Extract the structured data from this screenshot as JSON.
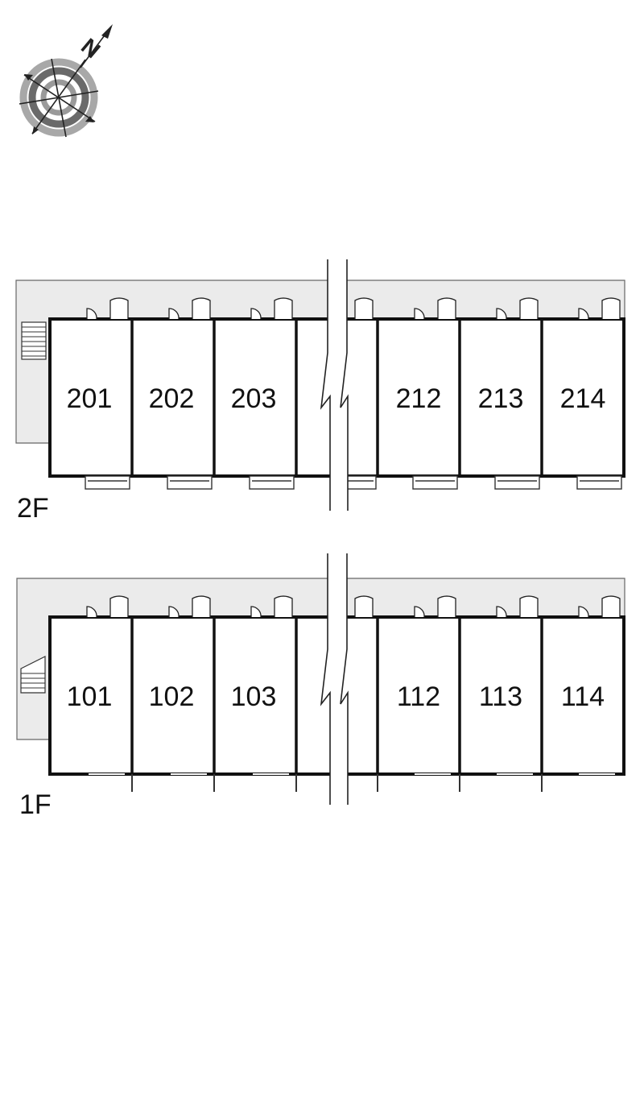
{
  "compass": {
    "label": "N",
    "icon": "compass-rose-icon"
  },
  "colors": {
    "corridor": "#ebebeb",
    "wall": "#111111",
    "thin_line": "#555555",
    "compass_gray": "#9a9a9a",
    "compass_dark": "#555555"
  },
  "floors": [
    {
      "id": "2f",
      "label": "2F",
      "units": [
        "201",
        "202",
        "203",
        "212",
        "213",
        "214"
      ]
    },
    {
      "id": "1f",
      "label": "1F",
      "units": [
        "101",
        "102",
        "103",
        "112",
        "113",
        "114"
      ]
    }
  ]
}
